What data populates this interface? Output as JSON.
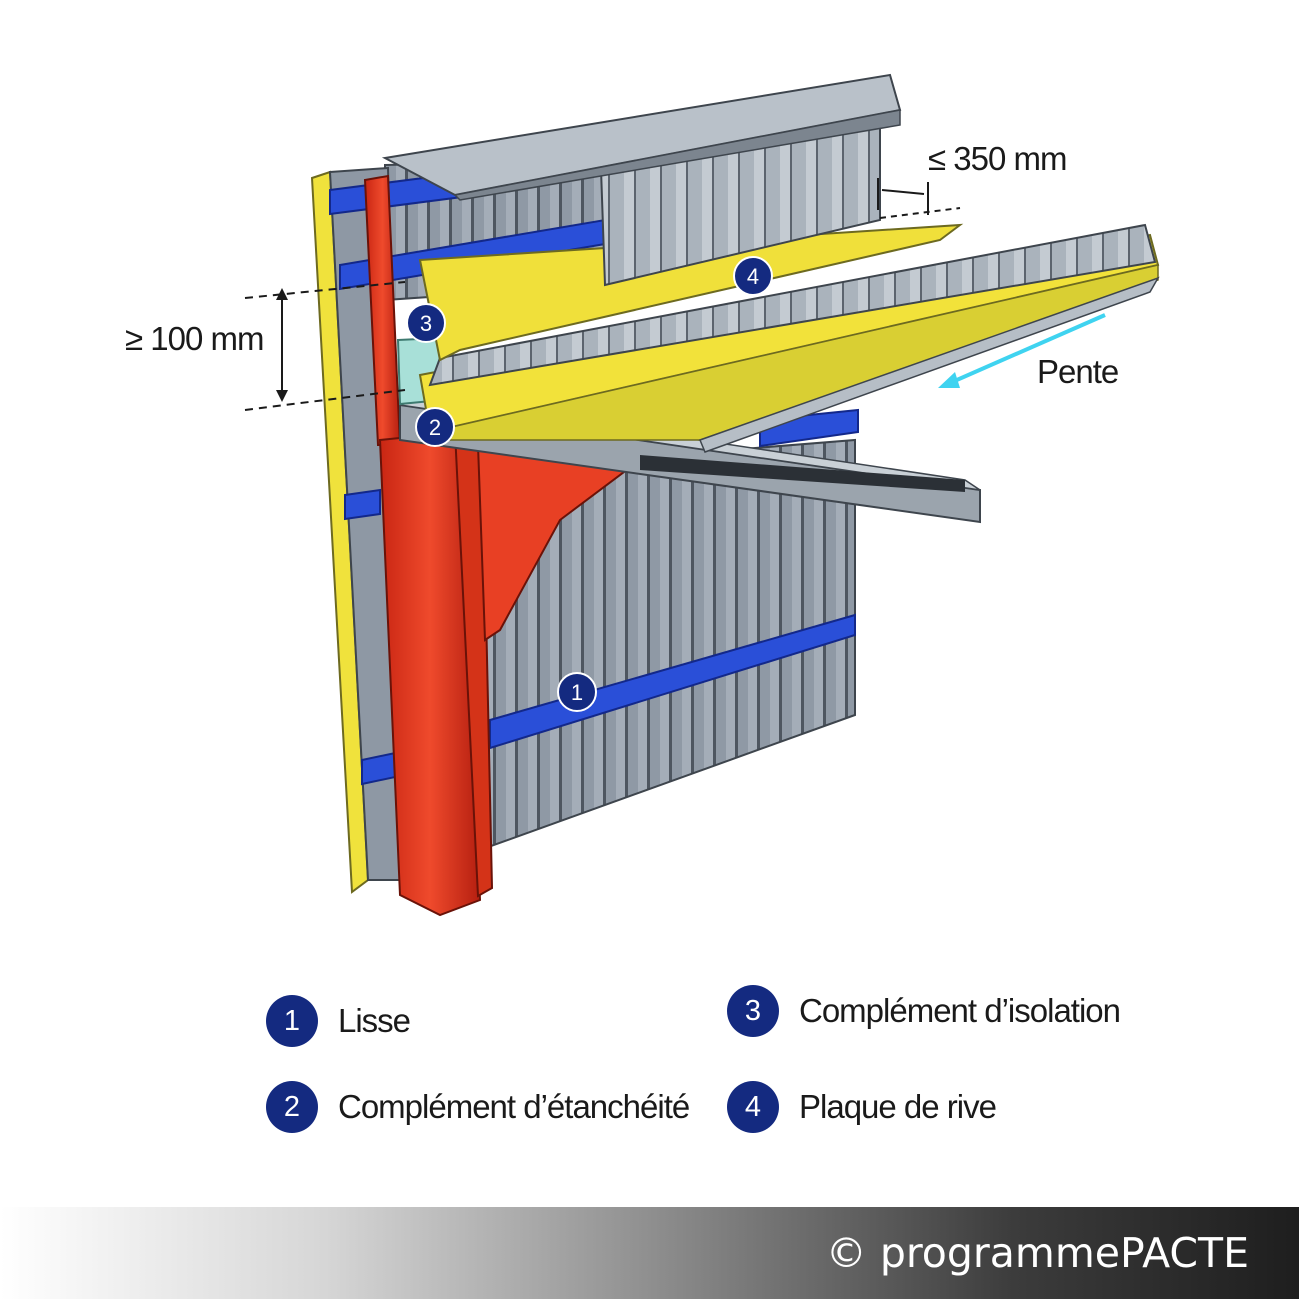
{
  "dimensions": {
    "max_overhang": "≤ 350 mm",
    "min_height": "≥ 100 mm"
  },
  "slope_label": "Pente",
  "markers": [
    "1",
    "2",
    "3",
    "4"
  ],
  "legend": [
    {
      "number": "1",
      "label": "Lisse"
    },
    {
      "number": "2",
      "label": "Complément d’étanchéité"
    },
    {
      "number": "3",
      "label": "Complément d’isolation"
    },
    {
      "number": "4",
      "label": "Plaque de rive"
    }
  ],
  "copyright": "© programmePACTE",
  "colors": {
    "badge": "#142a80",
    "steel_red": "#e23a22",
    "rail_blue": "#2a4fd8",
    "insulation_yellow": "#f2e23a",
    "cladding_grey": "#8e98a4",
    "slope_arrow": "#3fd3f0"
  }
}
